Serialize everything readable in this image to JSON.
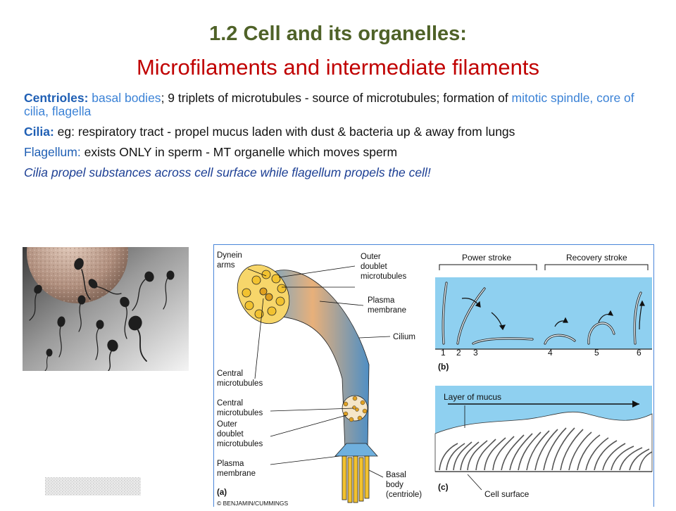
{
  "slide": {
    "title_line1": "1.2 Cell and its organelles:",
    "title_line2": "Microfilaments and intermediate filaments"
  },
  "bullets": {
    "centrioles": {
      "term": "Centrioles:",
      "part1": "basal bodies",
      "part2": "; 9 triplets of microtubules - source of microtubules; formation of ",
      "part3": "mitotic spindle, core of cilia, flagella"
    },
    "cilia": {
      "term": "Cilia:",
      "text": "eg: respiratory tract - propel mucus laden with dust & bacteria up & away from lungs"
    },
    "flagellum": {
      "term": "Flagellum",
      "colon": ":",
      "text": "exists ONLY in sperm - MT organelle which moves sperm"
    },
    "closing": "Cilia propel substances across cell surface while flagellum propels the cell!"
  },
  "figure": {
    "panel_a": {
      "dynein_arms": [
        "Dynein",
        "arms"
      ],
      "outer_doublet_top": [
        "Outer",
        "doublet",
        "microtubules"
      ],
      "plasma_membrane_top": [
        "Plasma",
        "membrane"
      ],
      "cilium": "Cilium",
      "central_upper": [
        "Central",
        "microtubules"
      ],
      "central_lower": [
        "Central",
        "microtubules"
      ],
      "outer_doublet_bottom": [
        "Outer",
        "doublet",
        "microtubules"
      ],
      "plasma_membrane_bottom": [
        "Plasma",
        "membrane"
      ],
      "basal_body": [
        "Basal",
        "body",
        "(centriole)"
      ],
      "panel_label": "(a)",
      "credit": "© BENJAMIN/CUMMINGS"
    },
    "panel_b": {
      "power_stroke": "Power stroke",
      "recovery_stroke": "Recovery stroke",
      "positions": [
        "1",
        "2",
        "3",
        "4",
        "5",
        "6"
      ],
      "panel_label": "(b)"
    },
    "panel_c": {
      "layer_of_mucus": "Layer of mucus",
      "cell_surface": "Cell surface",
      "panel_label": "(c)"
    }
  },
  "colors": {
    "title_green": "#4f6228",
    "title_red": "#c00000",
    "term_blue": "#1f5fb4",
    "closing_blue": "#1c3f94",
    "mucus_blue": "#8fd0f0",
    "microtubule_yellow": "#f0c020"
  }
}
